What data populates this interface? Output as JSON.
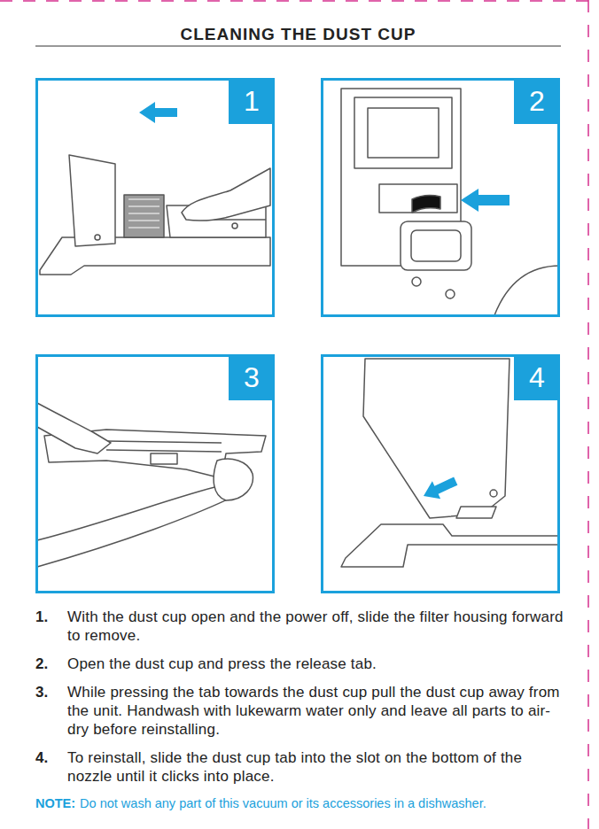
{
  "diagram": {
    "title": "CLEANING THE DUST CUP",
    "nodes": [
      {
        "text": [
          "1"
        ]
      },
      {
        "text": [
          "2"
        ]
      },
      {
        "text": [
          "3"
        ]
      },
      {
        "text": [
          "4"
        ]
      }
    ],
    "labels": [
      "1.",
      "With the dust cup open and the power off, slide the filter housing forward to remove.",
      "2.",
      "Open the dust cup and press the release tab.",
      "3.",
      "While pressing the tab towards the dust cup pull the dust cup away from the unit. Handwash with lukewarm water only and leave all parts to air-dry before reinstalling.",
      "4.",
      "To reinstall, slide the dust cup tab into the slot on the bottom of the nozzle until it clicks into place.",
      "NOTE:",
      "Do not wash any part of this vacuum or its accessories in a dishwasher."
    ]
  }
}
